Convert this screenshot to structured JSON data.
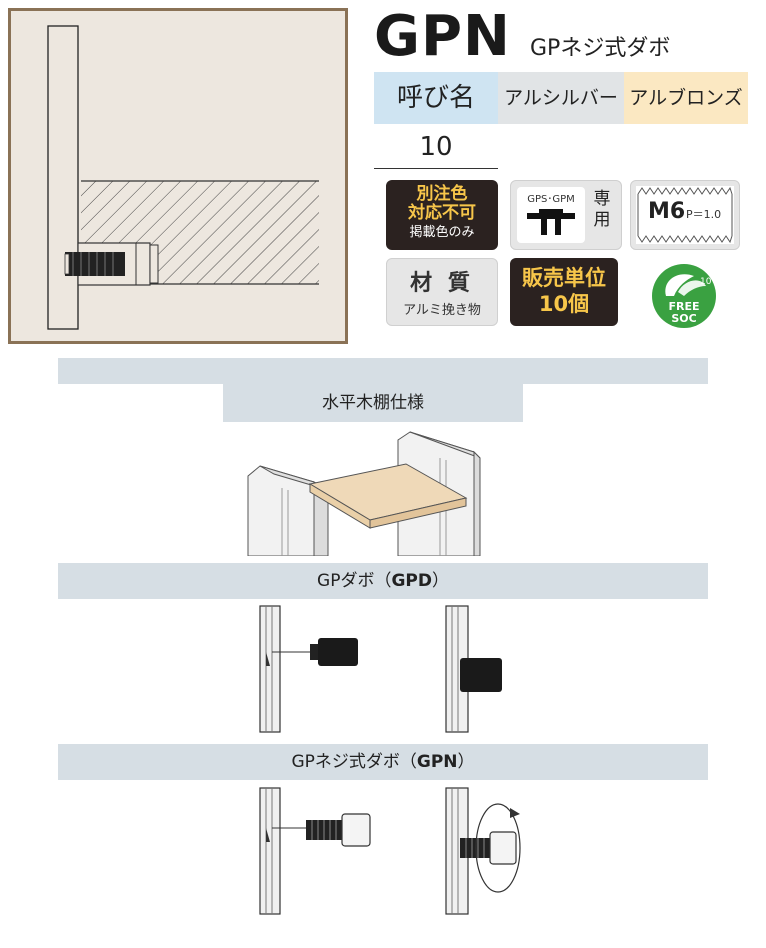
{
  "title": {
    "code": "GPN",
    "name": "GPネジ式ダボ"
  },
  "spec_table": {
    "headers": {
      "size": "呼び名",
      "silver": "アルシルバー",
      "bronze": "アルブロンズ"
    },
    "size_value": "10"
  },
  "badges": {
    "order": {
      "line1": "別注色",
      "line2": "対応不可",
      "line3": "掲載色のみ"
    },
    "gps": {
      "caption": "GPS･GPM",
      "side1": "専",
      "side2": "用"
    },
    "thread": {
      "main": "M6",
      "pitch": "P＝1.0"
    },
    "material": {
      "line1": "材 質",
      "line2": "アルミ挽き物"
    },
    "unit": {
      "line1": "販売単位",
      "line2": "10個"
    },
    "eco": {
      "line1": "FREE",
      "line2": "SOC",
      "small": "10"
    }
  },
  "sections": {
    "horizontal": "水平木棚仕様",
    "gpd": {
      "prefix": "GPダボ（",
      "code": "GPD",
      "suffix": "）"
    },
    "gpn": {
      "prefix": "GPネジ式ダボ（",
      "code": "GPN",
      "suffix": "）"
    }
  },
  "colors": {
    "frame": "#8a7256",
    "drawing_bg": "#ede7df",
    "header_blue": "#cfe4f2",
    "header_silver": "#e1e4e6",
    "header_bronze": "#fbe8c2",
    "band": "#d6dee4",
    "badge_dark": "#2b2220",
    "badge_text_gold": "#f7c64a",
    "eco_green": "#3aa141",
    "shelf_wood": "#efd9b8"
  }
}
